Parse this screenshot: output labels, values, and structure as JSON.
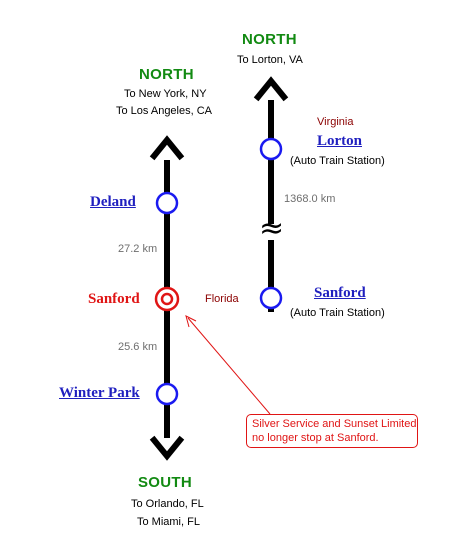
{
  "left_line": {
    "north_label": "NORTH",
    "north_dest_1": "To New York, NY",
    "north_dest_2": "To Los Angeles, CA",
    "south_label": "SOUTH",
    "south_dest_1": "To Orlando, FL",
    "south_dest_2": "To Miami, FL",
    "stations": [
      {
        "name": "Deland"
      },
      {
        "name": "Sanford"
      },
      {
        "name": "Winter Park"
      }
    ],
    "distances": [
      "27.2 km",
      "25.6 km"
    ],
    "state_label": "Florida"
  },
  "right_line": {
    "north_label": "NORTH",
    "north_dest": "To Lorton, VA",
    "state_label": "Virginia",
    "stations": [
      {
        "name": "Lorton",
        "note": "(Auto Train Station)"
      },
      {
        "name": "Sanford",
        "note": "(Auto Train Station)"
      }
    ],
    "distance": "1368.0 km",
    "break_symbol": "≈"
  },
  "callout": {
    "text": "Silver Service and Sunset Limited no longer stop at Sanford."
  },
  "colors": {
    "direction": "#128a12",
    "station_link": "#1f1fbf",
    "highlight": "#e01515",
    "line": "#000000",
    "station_ring": "#1a1af0"
  }
}
